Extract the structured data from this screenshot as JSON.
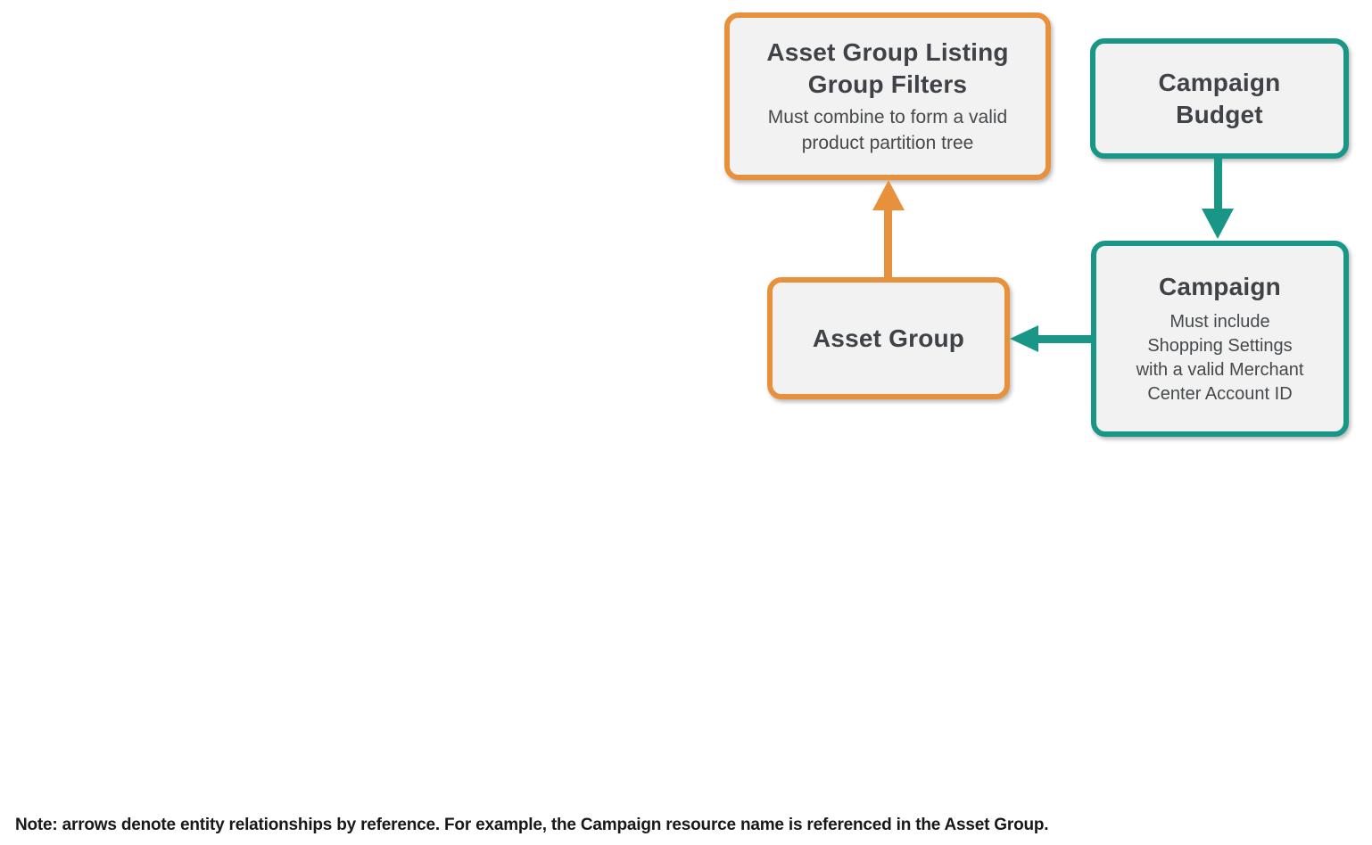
{
  "diagram": {
    "boxes": [
      {
        "id": "asset-group-listing-group-filters",
        "title": "Asset Group Listing\nGroup Filters",
        "subtitle": "Must combine to form a valid\nproduct partition tree",
        "border_color": "#E8913C"
      },
      {
        "id": "campaign-budget",
        "title": "Campaign\nBudget",
        "subtitle": "",
        "border_color": "#1A9687"
      },
      {
        "id": "campaign",
        "title": "Campaign",
        "subtitle": "Must include\nShopping Settings\nwith a valid Merchant\nCenter Account ID",
        "border_color": "#1A9687"
      },
      {
        "id": "asset-group",
        "title": "Asset Group",
        "subtitle": "",
        "border_color": "#E8913C"
      }
    ],
    "arrows": [
      {
        "id": "asset-group-to-listing-filters",
        "from": "asset-group",
        "to": "asset-group-listing-group-filters",
        "color": "#E8913C",
        "direction": "up"
      },
      {
        "id": "campaign-budget-to-campaign",
        "from": "campaign-budget",
        "to": "campaign",
        "color": "#1A9687",
        "direction": "down"
      },
      {
        "id": "campaign-to-asset-group",
        "from": "campaign",
        "to": "asset-group",
        "color": "#1A9687",
        "direction": "left"
      }
    ],
    "colors": {
      "orange": "#E8913C",
      "teal": "#1A9687",
      "box_fill": "#F2F2F2",
      "title_text": "#3F4347",
      "note_text": "#17181A"
    }
  },
  "note": "Note: arrows denote entity relationships by reference. For example, the Campaign resource name is referenced in the Asset Group."
}
